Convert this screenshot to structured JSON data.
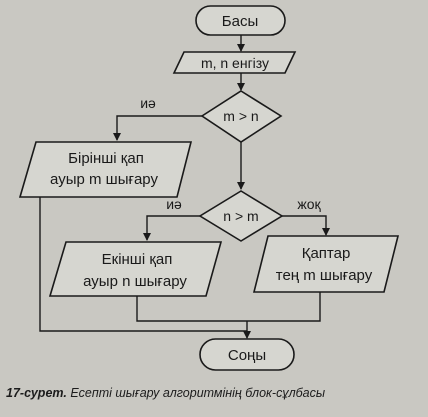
{
  "flowchart": {
    "start_label": "Басы",
    "input_label": "m, n енгізу",
    "decision1_label": "m > n",
    "decision1_yes": "иә",
    "output1_line1": "Бірінші қап",
    "output1_line2": "ауыр m шығару",
    "decision2_label": "n > m",
    "decision2_yes": "иә",
    "decision2_no": "жоқ",
    "output2_line1": "Екінші қап",
    "output2_line2": "ауыр n шығару",
    "output3_line1": "Қаптар",
    "output3_line2": "тең m шығару",
    "end_label": "Соңы"
  },
  "caption": {
    "number": "17-сурет.",
    "text": "Есепті шығару алгоритмінің блок-сұлбасы"
  },
  "colors": {
    "background": "#c9c8c2",
    "shape_fill": "#d6d6d0",
    "stroke": "#1a1a1a"
  }
}
